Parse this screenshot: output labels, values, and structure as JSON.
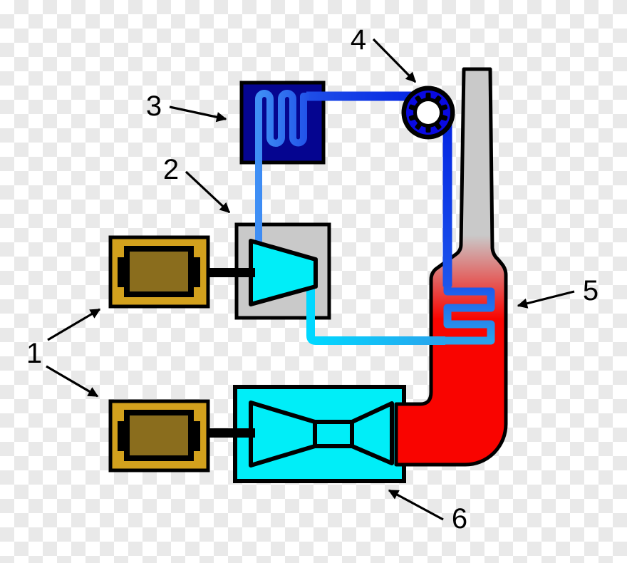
{
  "labels": {
    "generators": {
      "text": "1"
    },
    "compressor": {
      "text": "2"
    },
    "cooler": {
      "text": "3"
    },
    "pump": {
      "text": "4"
    },
    "heater": {
      "text": "5"
    },
    "turbine": {
      "text": "6"
    }
  },
  "colors": {
    "outline": "#000000",
    "gold": "#D3A11D",
    "brown": "#8A6D1D",
    "navy": "#050590",
    "gray": "#C9C9C9",
    "cyan": "#00EEF8",
    "red": "#F90400",
    "pumpblue": "#0A0AE2",
    "pdeep": "#0222E2",
    "proyal": "#2050E8",
    "plight": "#3F8FF5",
    "pmed": "#1C55EC",
    "psky": "#2AA2EC",
    "pcyan": "#00D8FF",
    "checker_light": "#ffffff",
    "checker_dark": "#e9e9e9"
  }
}
